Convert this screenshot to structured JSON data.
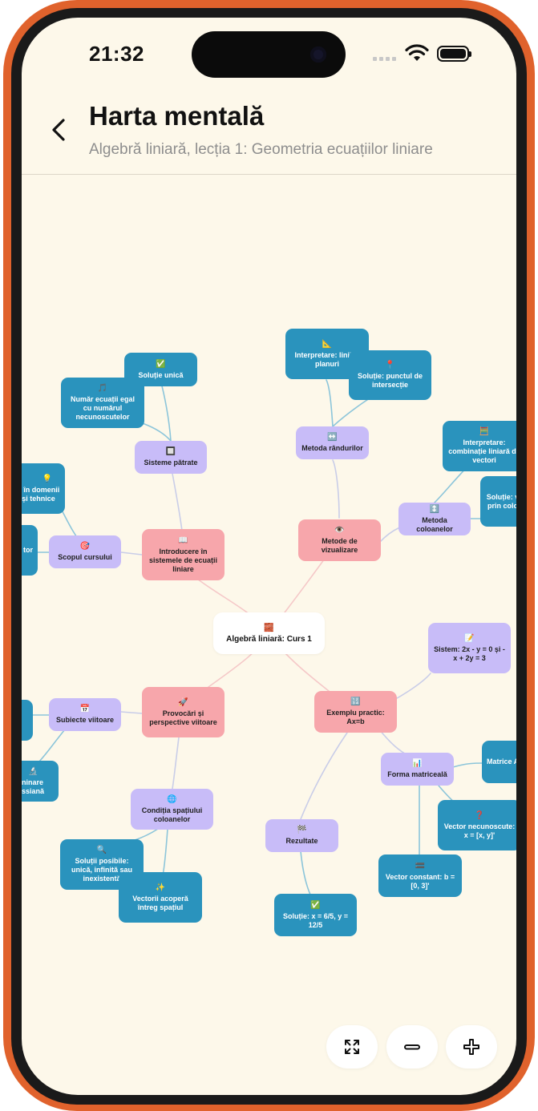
{
  "status": {
    "time": "21:32"
  },
  "header": {
    "title": "Harta mentală",
    "subtitle": "Algebră liniară, lecția 1: Geometria ecuațiilor liniare"
  },
  "mindmap": {
    "root": {
      "emoji": "🧱",
      "label": "Algebră liniară: Curs 1"
    },
    "intro": {
      "emoji": "📖",
      "label": "Introducere în sistemele de ecuații liniare"
    },
    "metode": {
      "emoji": "👁️",
      "label": "Metode de vizualizare"
    },
    "provocari": {
      "emoji": "🚀",
      "label": "Provocări și perspective viitoare"
    },
    "exemplu": {
      "emoji": "🔢",
      "label": "Exemplu practic: Ax=b"
    },
    "sisteme_patrate": {
      "emoji": "🔲",
      "label": "Sisteme pătrate"
    },
    "solutie_unica": {
      "emoji": "✅",
      "label": "Soluție unică"
    },
    "numar_ecuatii": {
      "emoji": "🎵",
      "label": "Număr ecuații egal cu numărul necunoscutelor"
    },
    "scopul_cursului": {
      "emoji": "🎯",
      "label": "Scopul cursului"
    },
    "aplicatii": {
      "emoji": "💡",
      "label": "a în domenii și tehnice"
    },
    "cut_tor": {
      "label": "tor"
    },
    "metoda_randurilor": {
      "emoji": "↔️",
      "label": "Metoda rândurilor"
    },
    "interpretare_linii": {
      "emoji": "📐",
      "label": "Interpretare: linii și planuri"
    },
    "solutie_punct": {
      "emoji": "📍",
      "label": "Soluție: punctul de intersecție"
    },
    "metoda_coloanelor": {
      "emoji": "↕️",
      "label": "Metoda coloanelor"
    },
    "interpretare_combinatie": {
      "emoji": "🧮",
      "label": "Interpretare: combinație liniară de vectori"
    },
    "solutie_vectori": {
      "label": "Soluție: v prin colo"
    },
    "sistem": {
      "emoji": "📝",
      "label": "Sistem: 2x - y = 0 și -x + 2y = 3"
    },
    "forma_matriceala": {
      "emoji": "📊",
      "label": "Forma matriceală"
    },
    "matrice": {
      "label": "Matrice A"
    },
    "vector_necunoscute": {
      "emoji": "❓",
      "label": "Vector necunoscute: x = [x, y]'"
    },
    "vector_constant": {
      "emoji": "🟰",
      "label": "Vector constant: b = [0, 3]'"
    },
    "rezultate": {
      "emoji": "🏁",
      "label": "Rezultate"
    },
    "solutie_finala": {
      "emoji": "✅",
      "label": "Soluție: x = 6/5, y = 12/5"
    },
    "subiecte_viitoare": {
      "emoji": "📅",
      "label": "Subiecte viitoare"
    },
    "cut_ninare": {
      "emoji": "🔬",
      "label": "ninare ssiană"
    },
    "conditia_spatiului": {
      "emoji": "🌐",
      "label": "Condiția spațiului coloanelor"
    },
    "solutii_posibile": {
      "emoji": "🔍",
      "label": "Soluții posibile: unică, infinită sau inexistentă"
    },
    "vectorii_acopera": {
      "emoji": "✨",
      "label": "Vectorii acoperă întreg spațiul"
    }
  },
  "colors": {
    "background": "#fdf8ea",
    "pink": "#f7a6ab",
    "purple": "#c8bcf8",
    "blue": "#2a93bd",
    "frame": "#e0622c"
  }
}
